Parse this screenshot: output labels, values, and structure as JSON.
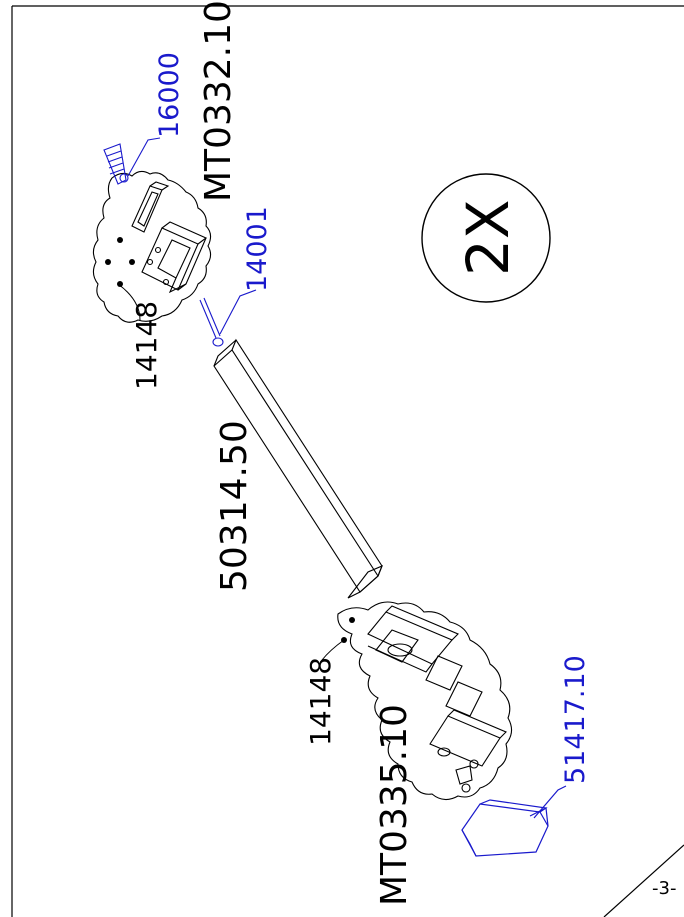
{
  "labels": {
    "mt0332": "MT0332.10",
    "part_16000": "16000",
    "part_14001": "14001",
    "part_14148_top": "14148",
    "profile": "50314.50",
    "part_14148_bottom": "14148",
    "mt0335": "MT0335.10",
    "part_51417": "51417.10",
    "quantity": "2X",
    "page_number": "-3-"
  },
  "colors": {
    "ink": "#000000",
    "accent_part": "#1a1acc",
    "part_fill": "#ffffff"
  }
}
